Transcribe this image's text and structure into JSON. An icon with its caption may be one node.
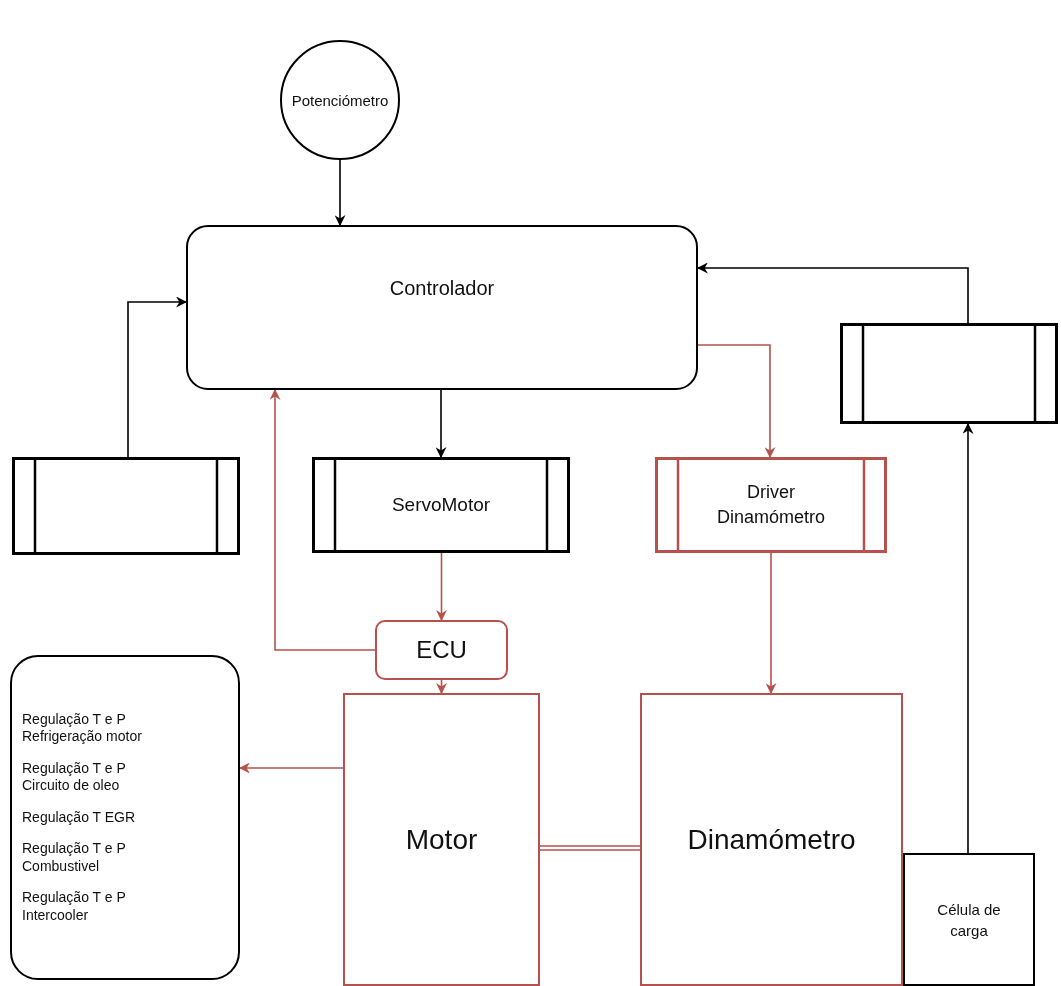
{
  "diagram": {
    "nodes": [
      {
        "text": [
          "Potenciómetro"
        ]
      },
      {
        "text": [
          "Controlador"
        ]
      },
      {
        "text": [],
        "shape": "box"
      },
      {
        "text": [],
        "shape": "box"
      },
      {
        "text": [
          "ServoMotor"
        ]
      },
      {
        "text": [
          "Driver Dinamómetro"
        ]
      },
      {
        "text": [
          "ECU"
        ]
      },
      {
        "text": [
          "Regulação T e P Refrigeração motor",
          "Regulação T e P Circuito de oleo",
          "Regulação T EGR",
          "Regulação T e P Combustivel",
          "Regulação T e P Intercooler"
        ]
      },
      {
        "text": [
          "Motor"
        ]
      },
      {
        "text": [
          "Dinamómetro"
        ]
      },
      {
        "text": [
          "Célula de carga"
        ]
      }
    ],
    "edges": [
      {
        "from": 0,
        "to": 1,
        "arrow": "to",
        "color": "#000000"
      },
      {
        "from": 3,
        "to": 1,
        "arrow": "to",
        "color": "#000000"
      },
      {
        "from": 1,
        "to": 4,
        "arrow": "to",
        "color": "#000000"
      },
      {
        "from": 1,
        "to": 5,
        "arrow": "to"
      },
      {
        "from": 2,
        "to": 1,
        "arrow": "to",
        "color": "#000000"
      },
      {
        "from": 10,
        "to": 2,
        "arrow": "to",
        "color": "#000000"
      },
      {
        "from": 4,
        "to": 6,
        "arrow": "to"
      },
      {
        "from": 6,
        "to": 1,
        "arrow": "to"
      },
      {
        "from": 6,
        "to": 8,
        "arrow": "to"
      },
      {
        "from": 5,
        "to": 9,
        "arrow": "to"
      },
      {
        "from": 8,
        "to": 7,
        "arrow": "to"
      },
      {
        "from": 8,
        "to": 9,
        "arrow": "none"
      }
    ]
  }
}
